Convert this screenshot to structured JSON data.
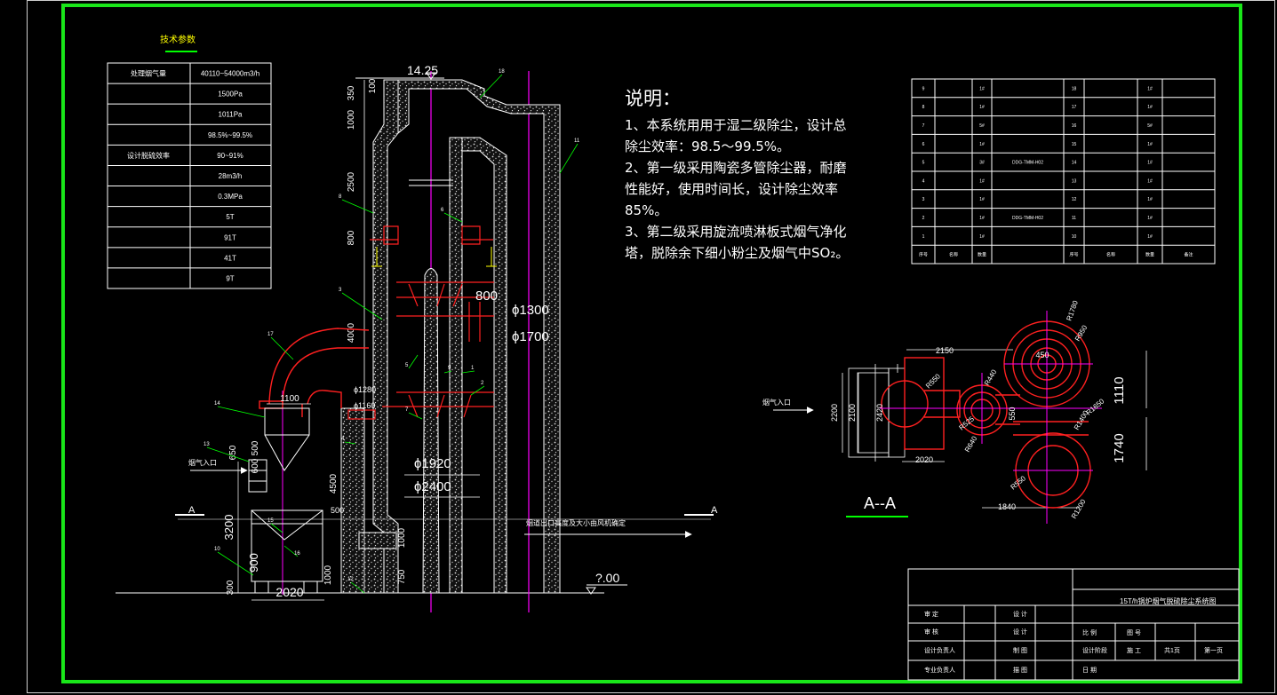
{
  "colors": {
    "background": "#000000",
    "frame": "#19e619",
    "line": "#ffffff",
    "magenta": "#ff00ff",
    "red": "#ff2020",
    "yellow": "#ffff00",
    "green": "#00ff00",
    "cyan": "#00ffff"
  },
  "params_table": {
    "title": "技术参数",
    "rows": [
      [
        "处理烟气量",
        "40110~54000m3/h"
      ],
      [
        "",
        "1500Pa"
      ],
      [
        "",
        "1011Pa"
      ],
      [
        "",
        "98.5%~99.5%"
      ],
      [
        "设计脱硫效率",
        "90~91%"
      ],
      [
        "",
        "28m3/h"
      ],
      [
        "",
        "0.3MPa"
      ],
      [
        "",
        "5T"
      ],
      [
        "",
        "91T"
      ],
      [
        "",
        "41T"
      ],
      [
        "",
        "9T"
      ]
    ]
  },
  "notes": {
    "title": "说明：",
    "lines": [
      "1、本系统用用于湿二级除尘，设计总",
      "除尘效率：98.5～99.5%。",
      "2、第一级采用陶瓷多管除尘器，耐磨",
      "性能好，使用时间长，设计除尘效率",
      "85%。",
      "3、第二级采用旋流喷淋板式烟气净化",
      "塔，脱除余下细小粉尘及烟气中SO₂。"
    ]
  },
  "parts_table": {
    "rows": [
      [
        "9",
        "",
        "1#",
        "",
        "18",
        "",
        "1#",
        ""
      ],
      [
        "8",
        "",
        "1#",
        "",
        "17",
        "",
        "1#",
        ""
      ],
      [
        "7",
        "",
        "5#",
        "",
        "16",
        "",
        "5#",
        ""
      ],
      [
        "6",
        "",
        "1#",
        "",
        "15",
        "",
        "1#",
        ""
      ],
      [
        "5",
        "",
        "3#",
        "DDG-TMM-H02",
        "14",
        "",
        "1#",
        ""
      ],
      [
        "4",
        "",
        "1#",
        "",
        "13",
        "",
        "1#",
        ""
      ],
      [
        "3",
        "",
        "1#",
        "",
        "12",
        "",
        "1#",
        ""
      ],
      [
        "2",
        "",
        "1#",
        "DDG-TMM-H02",
        "11",
        "",
        "1#",
        ""
      ],
      [
        "1",
        "",
        "1#",
        "",
        "10",
        "",
        "1#",
        ""
      ],
      [
        "序号",
        "名称",
        "数量",
        "",
        "序号",
        "名称",
        "数量",
        "备注"
      ]
    ]
  },
  "elevation": {
    "top_level": "14.25",
    "ground_level": "?.00",
    "dims_vertical": [
      "350",
      "100",
      "1000",
      "2500",
      "800",
      "4000",
      "4500",
      "3200",
      "900",
      "300",
      "1000",
      "750",
      "1000",
      "500",
      "600",
      "650"
    ],
    "diameters": [
      "800",
      "ϕ1300",
      "ϕ1700",
      "ϕ1280",
      "ϕ1160",
      "ϕ1920",
      "ϕ2400"
    ],
    "widths": [
      "1100",
      "2020",
      "500"
    ],
    "section_mark": "A",
    "inlet_label": "烟气入口",
    "outlet_note": "烟道出口高度及大小由风机确定",
    "leaders": [
      "18",
      "11",
      "8",
      "6",
      "3",
      "17",
      "14",
      "13",
      "15",
      "16",
      "10",
      "12",
      "2",
      "1",
      "5",
      "7",
      "9",
      "4"
    ]
  },
  "plan": {
    "title": "A--A",
    "dims": [
      "2150",
      "2200",
      "2100",
      "2420",
      "2020",
      "1840",
      "1110",
      "1740",
      "450",
      "550"
    ],
    "radii": [
      "R550",
      "R440",
      "R525",
      "R640",
      "R1780",
      "R950",
      "R1650",
      "R1400",
      "R550",
      "R1200"
    ],
    "inlet_label": "烟气入口"
  },
  "title_block": {
    "drawing_title": "15T/h锅炉烟气脱硫除尘系统图",
    "cells": [
      "审 定",
      "设 计",
      "审 核",
      "设 计",
      "设计负责人",
      "制 图",
      "专业负责人",
      "描 图",
      "比 例",
      "图 号",
      "设计阶段",
      "施 工",
      "共1页",
      "第一页",
      "日 期"
    ]
  }
}
